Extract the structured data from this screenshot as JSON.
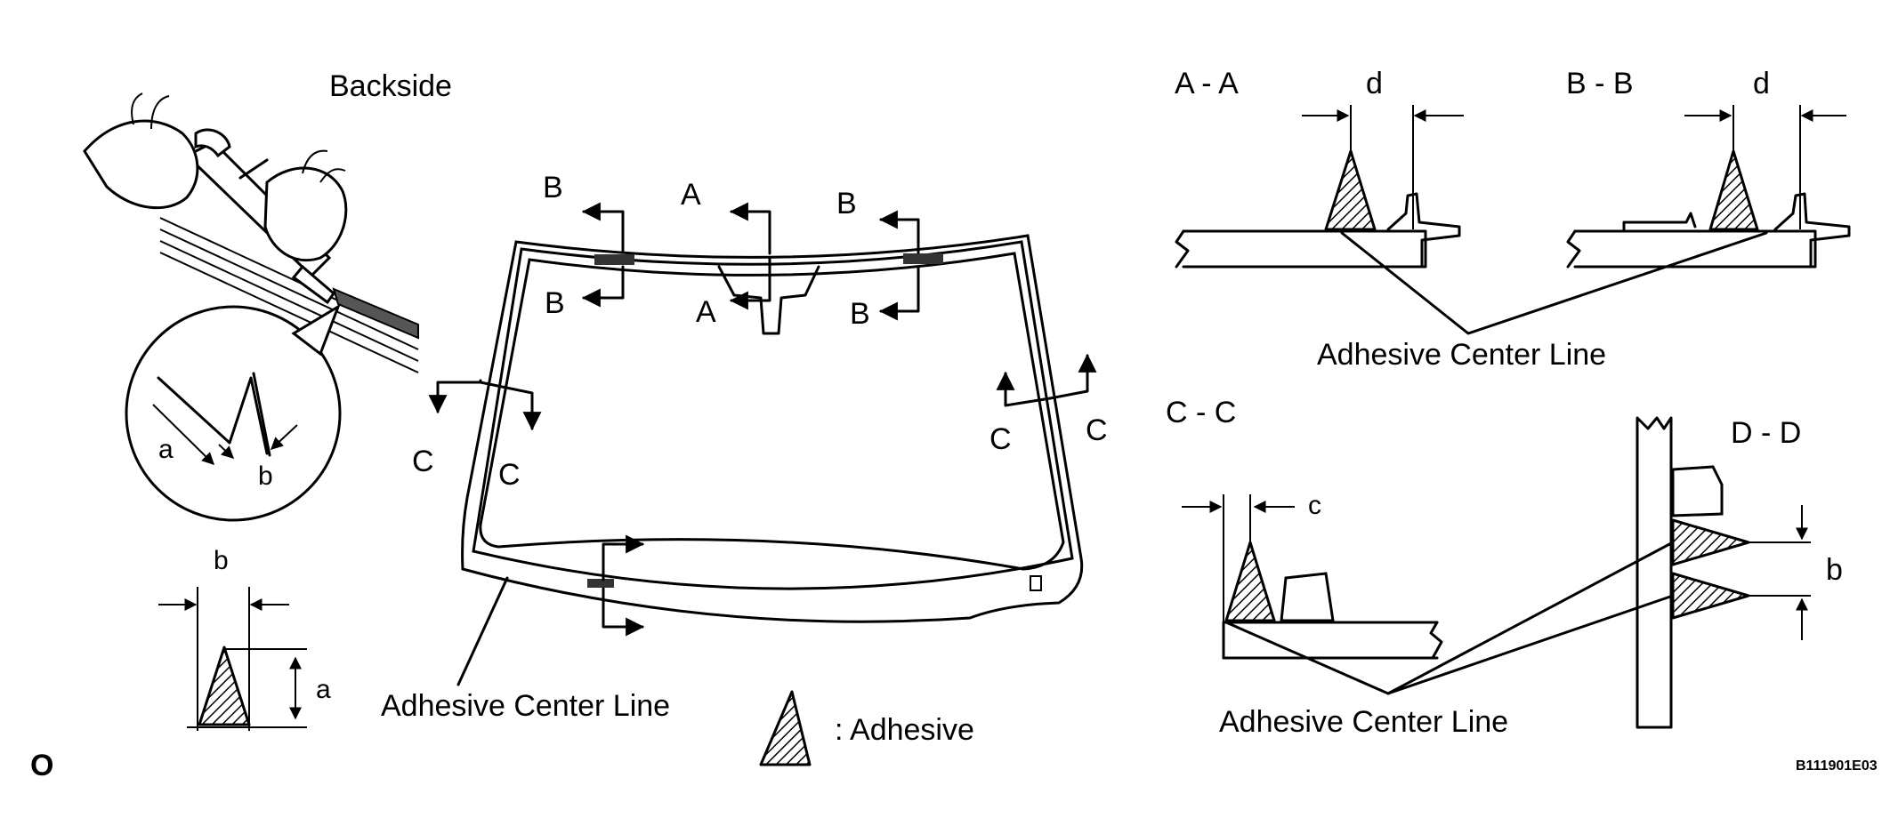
{
  "labels": {
    "backside": "Backside",
    "section_aa": "A - A",
    "section_bb": "B - B",
    "section_cc": "C - C",
    "section_dd": "D - D",
    "dim_d": "d",
    "dim_c": "c",
    "dim_b": "b",
    "dim_a": "a",
    "adhesive_center_line": "Adhesive Center Line",
    "adhesive_legend": ": Adhesive",
    "cut_a": "A",
    "cut_b": "B",
    "cut_c": "C",
    "corner_o": "O",
    "figure_code": "B111901E03"
  }
}
